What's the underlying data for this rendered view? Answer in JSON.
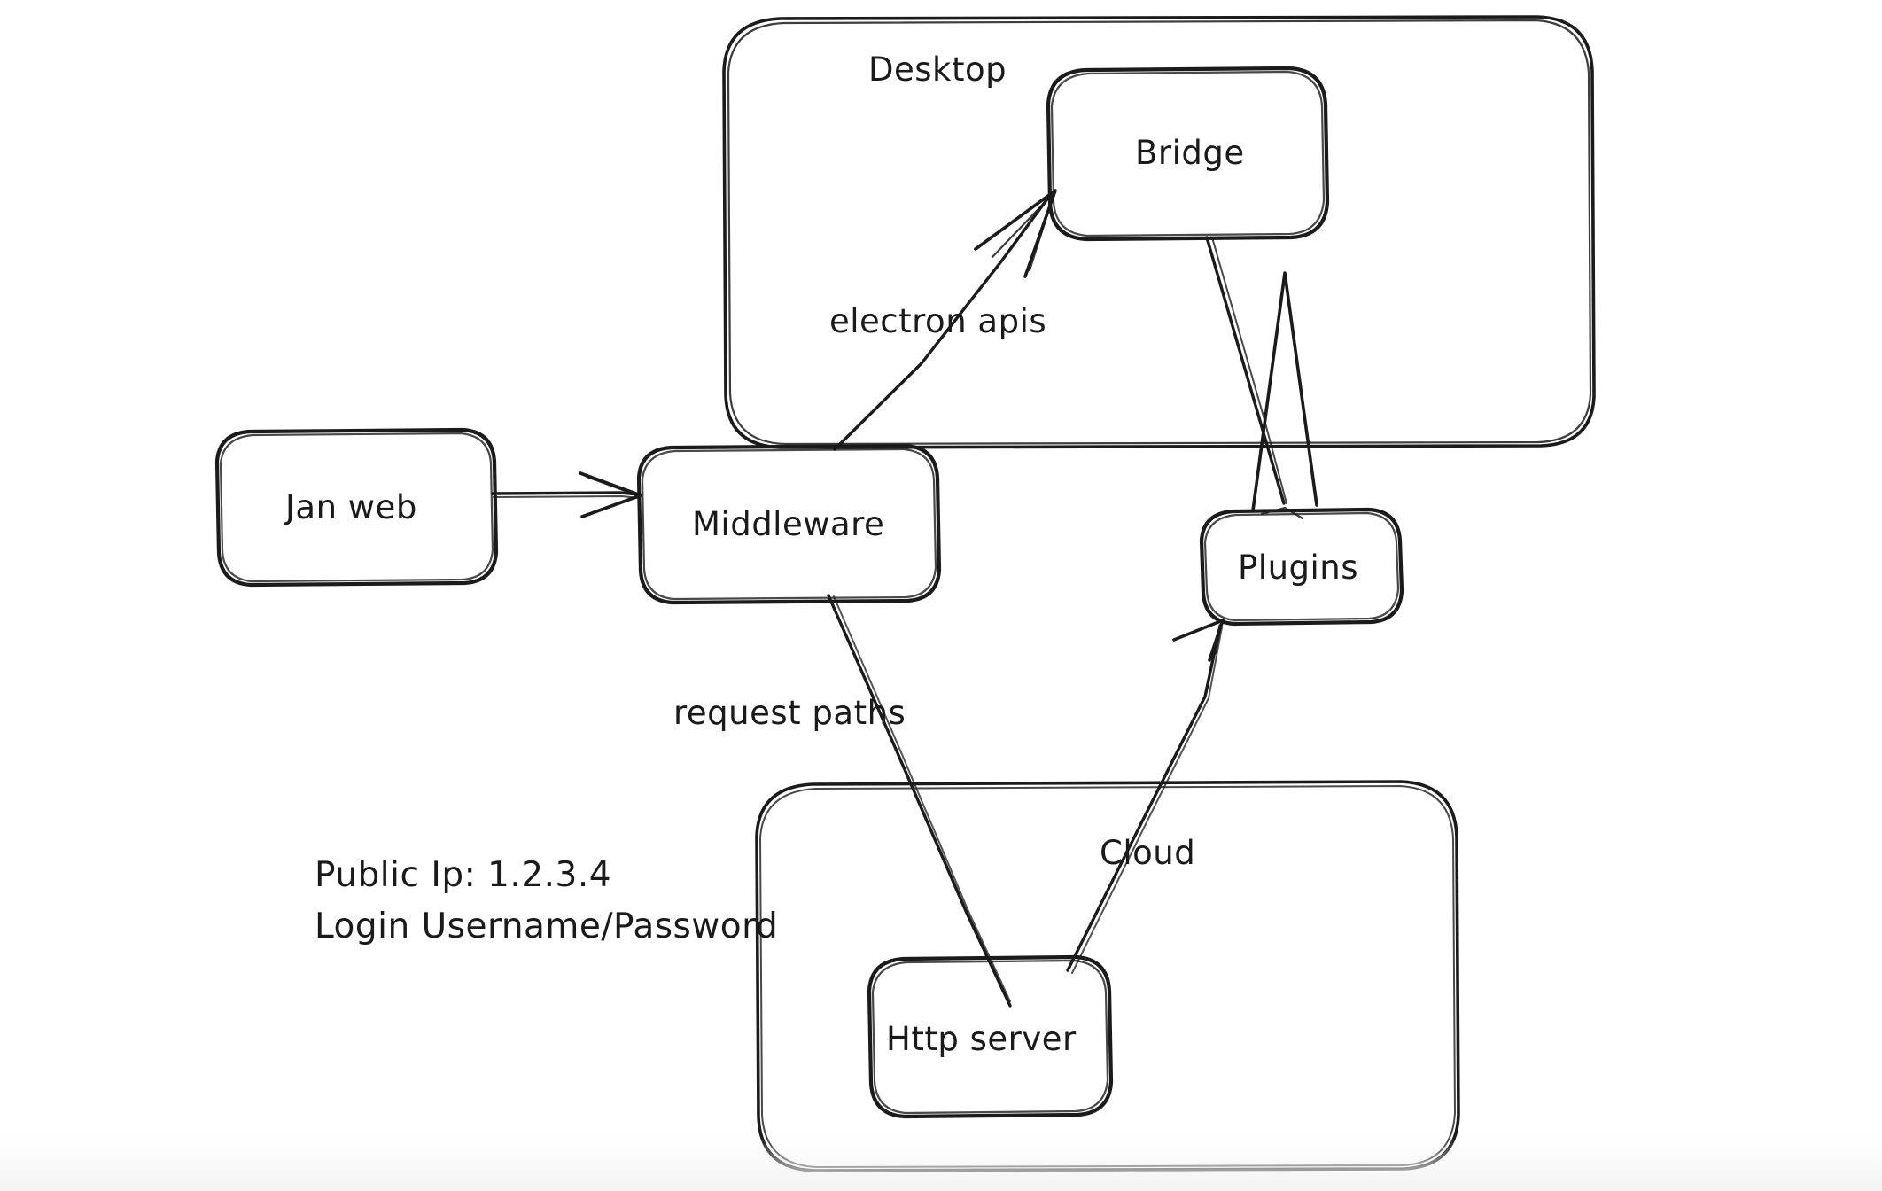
{
  "diagram": {
    "title_text": "Desktop",
    "background_color": "#ffffff",
    "stroke_color": "#1b1b1b",
    "text_color": "#1a1a1a",
    "style": "hand-drawn-sketch",
    "groups": [
      {
        "id": "desktop",
        "label": "Desktop"
      },
      {
        "id": "cloud",
        "label": "Cloud"
      }
    ],
    "nodes": [
      {
        "id": "jan-web",
        "label": "Jan web"
      },
      {
        "id": "middleware",
        "label": "Middleware"
      },
      {
        "id": "bridge",
        "label": "Bridge"
      },
      {
        "id": "plugins",
        "label": "Plugins"
      },
      {
        "id": "http-server",
        "label": "Http server"
      }
    ],
    "edges": [
      {
        "id": "jan-web-to-middleware",
        "label": "",
        "from": "jan-web",
        "to": "middleware",
        "arrow": true
      },
      {
        "id": "middleware-to-bridge",
        "label": "electron apis",
        "from": "middleware",
        "to": "bridge",
        "arrow": true
      },
      {
        "id": "bridge-to-plugins",
        "label": "",
        "from": "bridge",
        "to": "plugins",
        "arrow": true
      },
      {
        "id": "middleware-to-http-server",
        "label": "request paths",
        "from": "middleware",
        "to": "http-server",
        "arrow": false
      },
      {
        "id": "http-server-to-plugins",
        "label": "",
        "from": "http-server",
        "to": "plugins",
        "arrow": true
      }
    ],
    "notes": {
      "public_ip_line": "Public Ip: 1.2.3.4",
      "login_line": "Login Username/Password"
    }
  }
}
